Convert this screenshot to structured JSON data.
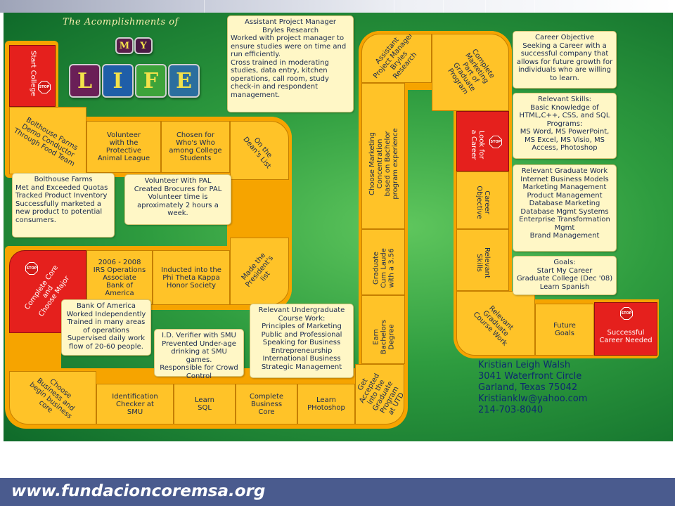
{
  "title": "The Acomplishments of",
  "tiles_my": [
    "M",
    "Y"
  ],
  "tiles_life": [
    "L",
    "I",
    "F",
    "E"
  ],
  "board": {
    "start_college": "Start College",
    "bolthouse_demo": [
      "Bolthouse Farms",
      "Demo Conductor",
      "Through Food Team"
    ],
    "volunteer_protective": [
      "Volunteer",
      "with the",
      "Protective",
      "Animal League"
    ],
    "chosen_whos_who": [
      "Chosen for",
      "Who's Who",
      "among College",
      "Students"
    ],
    "deans_list": [
      "On the",
      "Dean's List"
    ],
    "presidents_list": [
      "Made the",
      "President's",
      "list"
    ],
    "phi_theta": [
      "Inducted into the",
      "Phi Theta Kappa",
      "Honor Society"
    ],
    "irs_ops": [
      "2006 - 2008",
      "IRS Operations",
      "Associate",
      "Bank of",
      "America"
    ],
    "complete_core": [
      "Complete Core",
      "and",
      "Choose Major"
    ],
    "choose_business": [
      "Choose",
      "Business and",
      "begin business",
      "core"
    ],
    "id_checker": [
      "Identification",
      "Checker at",
      "SMU"
    ],
    "learn_sql": [
      "Learn",
      "SQL"
    ],
    "complete_business": [
      "Complete",
      "Business",
      "Core"
    ],
    "learn_photoshop": [
      "Learn",
      "PHotoshop"
    ],
    "grad_program": [
      "Get Accepted",
      "into the",
      "Graduate",
      "Program",
      "at UTD"
    ],
    "earn_bachelors": [
      "Earn",
      "Bachelors",
      "Degree"
    ],
    "graduate_cum": [
      "Graduate",
      "Cum Laude",
      "with a 3.56"
    ],
    "choose_marketing": [
      "Choose Marketing",
      "Concentration",
      "based on Bachelor",
      "program experience"
    ],
    "asst_pm": [
      "Assistant",
      "Project Manager",
      "Bryles",
      "Research"
    ],
    "complete_marketing": [
      "Complete",
      "Marketing",
      "Part of",
      "Graduate",
      "Program"
    ],
    "look_for_career": [
      "Look for",
      "a Career"
    ],
    "career_objective": [
      "Career",
      "Objective"
    ],
    "relevant_skills": [
      "Relevant",
      "Skills"
    ],
    "relevant_grad_work": [
      "Relevant",
      "Graduate",
      "Course Work"
    ],
    "future_goals": [
      "Future",
      "Goals"
    ],
    "successful_career": [
      "Successful",
      "Career Needed"
    ],
    "stop_label": "STOP"
  },
  "cards": {
    "asst_pm": [
      "Assistant Project Manager",
      "Bryles Research",
      "Worked with project manager to",
      "ensure studies were on time and",
      "run efficiently.",
      "Cross trained in moderating",
      "studies, data entry, kitchen",
      "operations, call room, study",
      "check-in and respondent",
      "management."
    ],
    "career_objective": [
      "Career Objective",
      "Seeking a Career with a",
      "successful company that",
      "allows for future growth for",
      "individuals who are willing",
      "to learn."
    ],
    "relevant_skills": [
      "Relevant Skills:",
      "Basic Knowledge of",
      "HTML,C++, CSS, and SQL",
      "Programs:",
      "MS Word, MS PowerPoint,",
      "MS Excel, MS Visio, MS",
      "Access, Photoshop"
    ],
    "grad_work": [
      "Relevant Graduate Work",
      "Internet Business Models",
      "Marketing Management",
      "Product Management",
      "Database Marketing",
      "Database Mgmt Systems",
      "Enterprise Transformation",
      "Mgmt",
      "Brand Management"
    ],
    "goals": [
      "Goals:",
      "Start My Career",
      "Graduate College (Dec '08)",
      "Learn Spanish"
    ],
    "bolthouse": [
      "Bolthouse Farms",
      "Met and Exceeded Quotas",
      "Tracked Product Inventory",
      "Successfully marketed a",
      "new product to potential",
      "consumers."
    ],
    "volunteer_pal": [
      "Volunteer With PAL",
      "Created Brocures for PAL",
      "Volunteer time is",
      "aproximately 2 hours a",
      "week."
    ],
    "bank_america": [
      "Bank Of America",
      "Worked Independently",
      "Trained in many areas",
      "of operations",
      "Supervised daily work",
      "flow of 20-60 people."
    ],
    "id_verifier": [
      "I.D. Verifier with SMU",
      "Prevented Under-age",
      "drinking at SMU games.",
      "Responsible for Crowd",
      "Control"
    ],
    "undergrad": [
      "Relevant Undergraduate",
      "Course Work:",
      "Principles of Marketing",
      "Public and Professional",
      "Speaking for Business",
      "Entrepreneurship",
      "International Business",
      "Strategic Management"
    ]
  },
  "contact": {
    "name": "Kristian Leigh Walsh",
    "street": "3041 Waterfront Circle",
    "city": "Garland, Texas 75042",
    "email": "Kristianklw@yahoo.com",
    "phone": "214-703-8040"
  },
  "footer_url": "www.fundacioncoremsa.org",
  "colors": {
    "board_green": "#2e9c3f",
    "square_yellow": "#ffc328",
    "path_orange": "#f6a400",
    "stop_red": "#e5201d",
    "card_cream": "#fff7c6",
    "footer_blue": "#4a5b8e"
  }
}
